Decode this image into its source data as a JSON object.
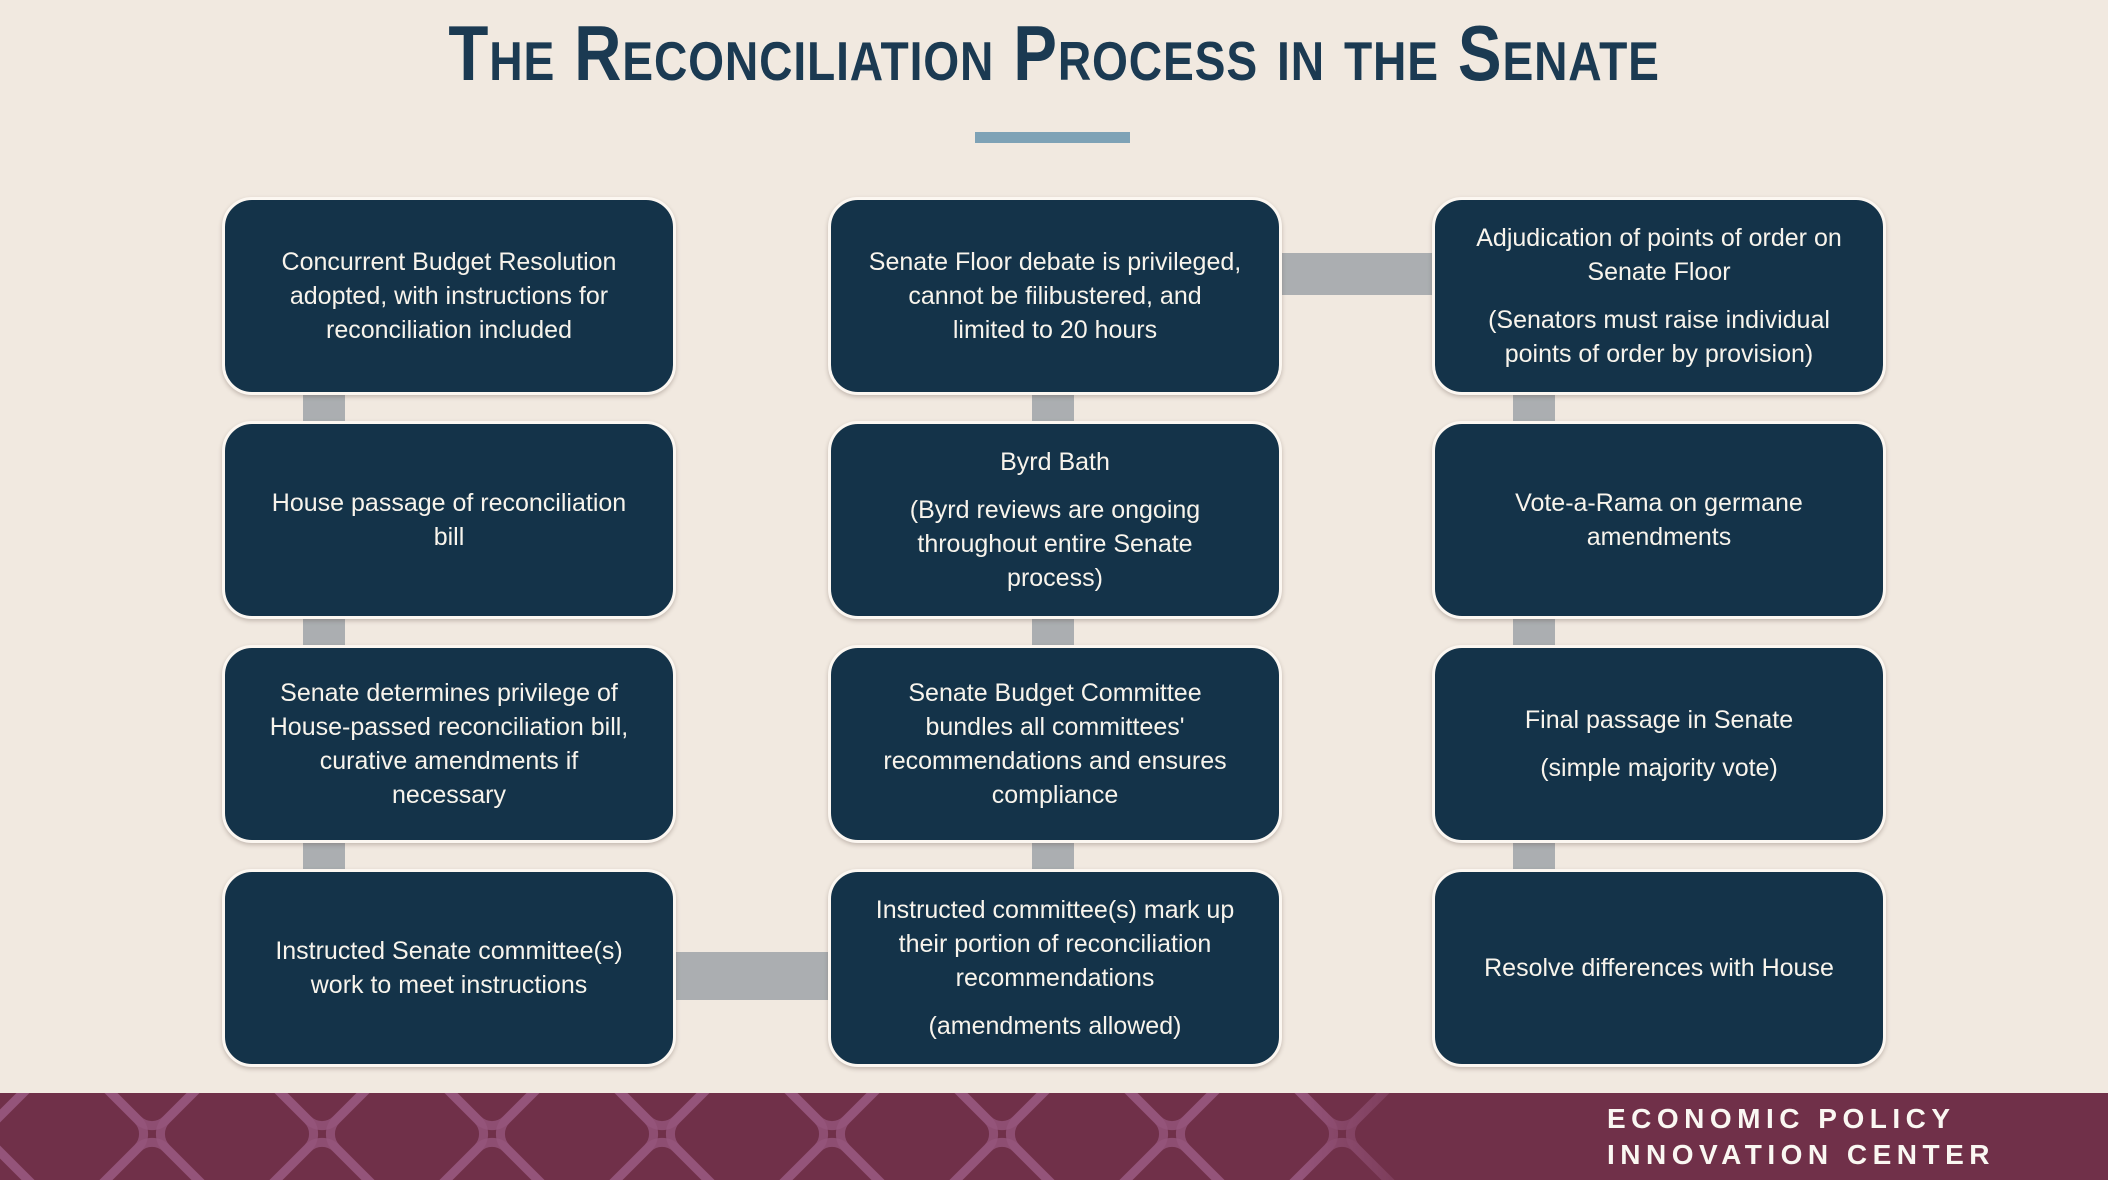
{
  "title": {
    "text": "The Reconciliation Process in the Senate"
  },
  "colors": {
    "background": "#f1e9e0",
    "box_fill": "#143349",
    "box_border": "#fcf7f1",
    "box_text": "#f8f4ec",
    "title_text": "#1b3a52",
    "title_underline": "#7ea2b6",
    "connector_gray": "#abaeb1",
    "footer_maroon": "#703049",
    "footer_pattern_line": "#96557c",
    "footer_text": "#faf7f2"
  },
  "flow": {
    "columns": [
      {
        "id": "left",
        "direction": "down",
        "boxes": [
          {
            "paragraphs": [
              [
                "Concurrent Budget Resolution",
                "adopted, with instructions for",
                "reconciliation included"
              ]
            ]
          },
          {
            "paragraphs": [
              [
                "House passage of reconciliation",
                "bill"
              ]
            ]
          },
          {
            "paragraphs": [
              [
                "Senate determines privilege of",
                "House-passed reconciliation bill,",
                "curative amendments if",
                "necessary"
              ]
            ]
          },
          {
            "paragraphs": [
              [
                "Instructed Senate committee(s)",
                "work to meet instructions"
              ]
            ]
          }
        ]
      },
      {
        "id": "middle",
        "direction": "up",
        "boxes": [
          {
            "paragraphs": [
              [
                "Senate Floor debate is privileged,",
                "cannot be filibustered, and",
                "limited to 20 hours"
              ]
            ]
          },
          {
            "paragraphs": [
              [
                "Byrd Bath"
              ],
              [
                "(Byrd reviews are ongoing",
                "throughout entire Senate",
                "process)"
              ]
            ]
          },
          {
            "paragraphs": [
              [
                "Senate Budget Committee",
                "bundles all committees'",
                "recommendations and ensures",
                "compliance"
              ]
            ]
          },
          {
            "paragraphs": [
              [
                "Instructed committee(s) mark up",
                "their portion of reconciliation",
                "recommendations"
              ],
              [
                "(amendments allowed)"
              ]
            ]
          }
        ]
      },
      {
        "id": "right",
        "direction": "down",
        "boxes": [
          {
            "paragraphs": [
              [
                "Adjudication of points of order on",
                "Senate Floor"
              ],
              [
                "(Senators must raise individual",
                "points of order by provision)"
              ]
            ]
          },
          {
            "paragraphs": [
              [
                "Vote-a-Rama on germane",
                "amendments"
              ]
            ]
          },
          {
            "paragraphs": [
              [
                "Final passage in Senate"
              ],
              [
                "(simple majority vote)"
              ]
            ]
          },
          {
            "paragraphs": [
              [
                "Resolve differences with House"
              ]
            ]
          }
        ]
      }
    ]
  },
  "footer": {
    "org_lines": [
      "ECONOMIC POLICY",
      "INNOVATION CENTER"
    ]
  }
}
